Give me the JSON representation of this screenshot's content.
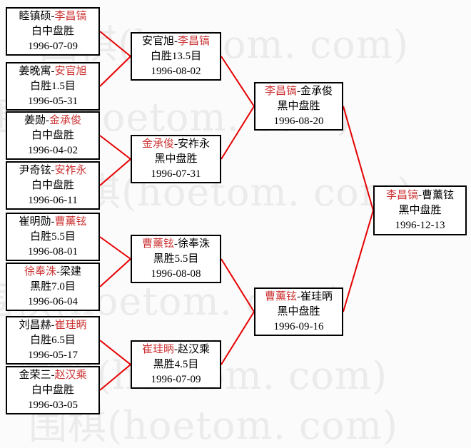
{
  "diagram": {
    "type": "tournament-bracket",
    "watermark_text": "围棋(hoetom. com)",
    "colors": {
      "connector_line": "#e60000",
      "winner_name": "#cc3333",
      "box_border": "#000000",
      "box_background": "#ffffff",
      "watermark": "#ebebeb",
      "page_background": "#fbfbfb"
    }
  },
  "bracket": {
    "round1": [
      {
        "pre": "睦镇硕-",
        "winner": "李昌镐",
        "post": "",
        "result": "白中盘胜",
        "date": "1996-07-09"
      },
      {
        "pre": "姜晚寓-",
        "winner": "安官旭",
        "post": "",
        "result": "白胜1.5目",
        "date": "1996-05-31"
      },
      {
        "pre": "姜勋-",
        "winner": "金承俊",
        "post": "",
        "result": "白中盘胜",
        "date": "1996-04-02"
      },
      {
        "pre": "尹奇铉-",
        "winner": "安祚永",
        "post": "",
        "result": "白中盘胜",
        "date": "1996-06-11"
      },
      {
        "pre": "崔明勋-",
        "winner": "曹薰铉",
        "post": "",
        "result": "白胜5.5目",
        "date": "1996-08-01"
      },
      {
        "pre": "",
        "winner": "徐奉洙",
        "post": "-梁建",
        "result": "黑胜7.0目",
        "date": "1996-06-04"
      },
      {
        "pre": "刘昌赫-",
        "winner": "崔珪昞",
        "post": "",
        "result": "白胜6.5目",
        "date": "1996-05-17"
      },
      {
        "pre": "金荣三-",
        "winner": "赵汉乘",
        "post": "",
        "result": "白中盘胜",
        "date": "1996-03-05"
      }
    ],
    "round2": [
      {
        "pre": "安官旭-",
        "winner": "李昌镐",
        "post": "",
        "result": "白胜13.5目",
        "date": "1996-08-02"
      },
      {
        "pre": "",
        "winner": "金承俊",
        "post": "-安祚永",
        "result": "黑中盘胜",
        "date": "1996-07-31"
      },
      {
        "pre": "",
        "winner": "曹薰铉",
        "post": "-徐奉洙",
        "result": "黑胜5.5目",
        "date": "1996-08-08"
      },
      {
        "pre": "",
        "winner": "崔珪昞",
        "post": "-赵汉乘",
        "result": "黑胜4.5目",
        "date": "1996-07-09"
      }
    ],
    "round3": [
      {
        "pre": "",
        "winner": "李昌镐",
        "post": "-金承俊",
        "result": "黑中盘胜",
        "date": "1996-08-20"
      },
      {
        "pre": "",
        "winner": "曹薰铉",
        "post": "-崔珪昞",
        "result": "黑中盘胜",
        "date": "1996-09-16"
      }
    ],
    "final": [
      {
        "pre": "",
        "winner": "李昌镐",
        "post": "-曹薰铉",
        "result": "黑中盘胜",
        "date": "1996-12-13"
      }
    ]
  }
}
